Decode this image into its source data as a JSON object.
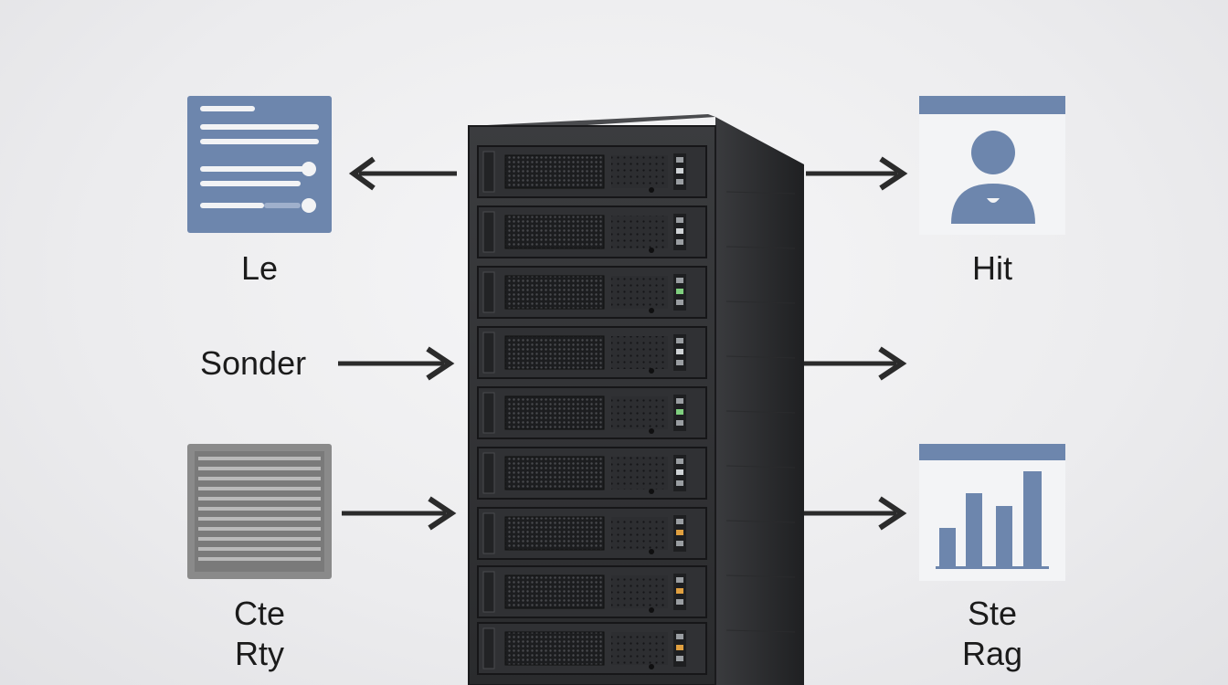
{
  "labels": {
    "top_left": "Le",
    "middle_left": "Sonder",
    "bottom_left_line1": "Cte",
    "bottom_left_line2": "Rty",
    "top_right": "Hit",
    "bottom_right_line1": "Ste",
    "bottom_right_line2": "Rag"
  },
  "icons": {
    "top_left": "list-settings-icon",
    "bottom_left": "vent-grille-icon",
    "top_right": "user-profile-icon",
    "bottom_right": "bar-chart-icon",
    "center": "server-rack-icon"
  },
  "colors": {
    "accent_blue": "#6d86ad",
    "icon_gray": "#8a8a8a",
    "arrow": "#2b2b2b",
    "rack_body": "#2e2f31",
    "panel_light": "#f2f3f5"
  }
}
